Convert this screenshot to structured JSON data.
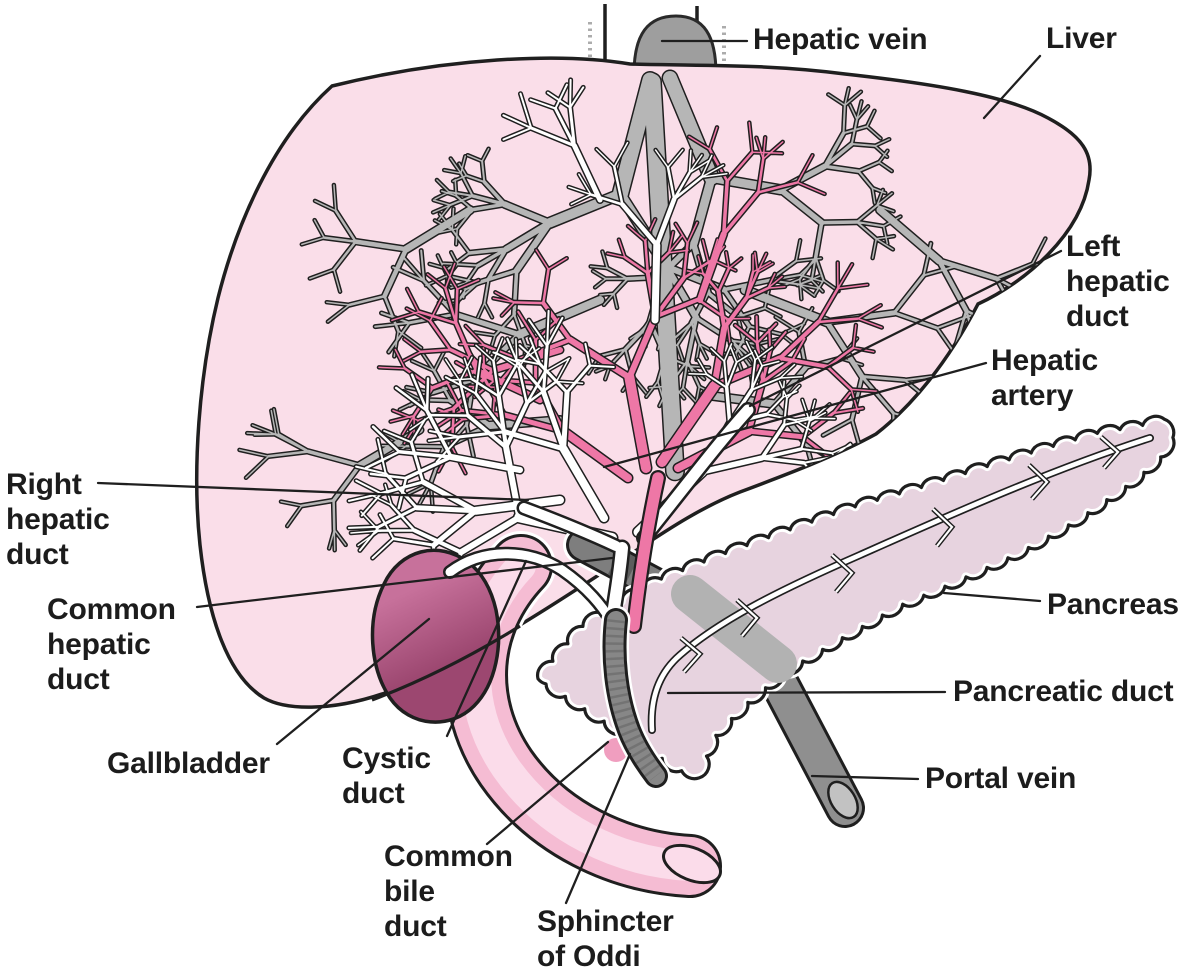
{
  "labels": {
    "hepatic_vein": "Hepatic vein",
    "liver": "Liver",
    "left_hepatic_duct": "Left\nhepatic\nduct",
    "hepatic_artery": "Hepatic\nartery",
    "right_hepatic_duct": "Right\nhepatic\nduct",
    "common_hepatic_duct": "Common\nhepatic\nduct",
    "gallbladder": "Gallbladder",
    "cystic_duct": "Cystic\nduct",
    "common_bile_duct": "Common\nbile\nduct",
    "sphincter_of_oddi": "Sphincter\nof Oddi",
    "pancreas": "Pancreas",
    "pancreatic_duct": "Pancreatic duct",
    "portal_vein": "Portal vein"
  },
  "colors": {
    "outline": "#1f1f1f",
    "text": "#1c1c1c",
    "liver_fill": "#fadee9",
    "vein_gray": "#b6b6b6",
    "artery_pink": "#ee77a6",
    "duct_white": "#ffffff",
    "hepatic_vein_gray": "#9e9e9e",
    "gallbladder_light": "#c7719b",
    "gallbladder_dark": "#9c4770",
    "duodenum_wall": "#f5bcd3",
    "duodenum_lumen": "#fbdcea",
    "pancreas_fill": "#e7d3df",
    "portal_dark_gray": "#8f8f8f",
    "bile_duct_gray": "#878787",
    "sphincter_pink": "#f09ebf"
  }
}
